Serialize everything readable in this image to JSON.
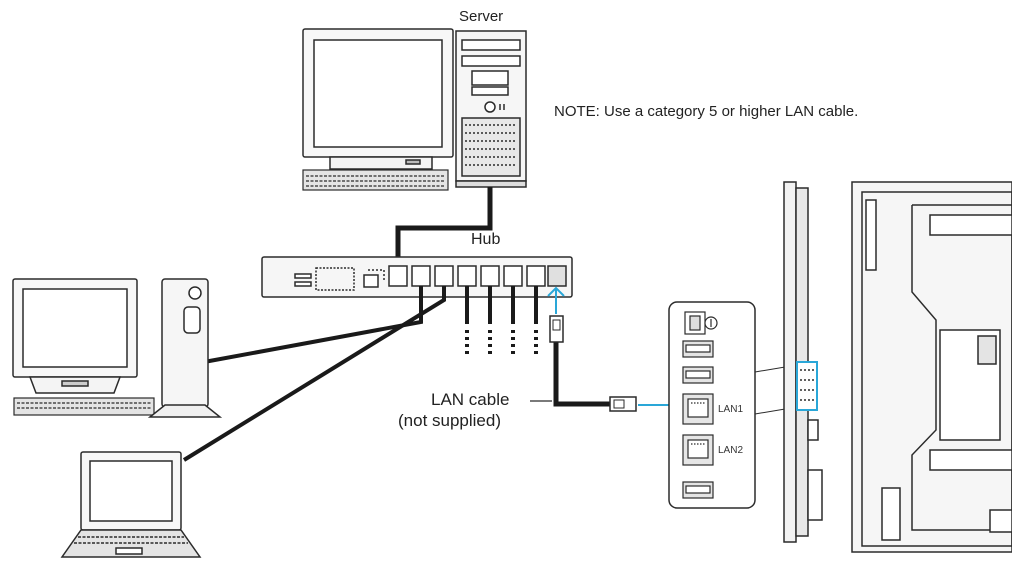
{
  "labels": {
    "server": "Server",
    "hub": "Hub",
    "note": "NOTE: Use a category 5 or higher LAN cable.",
    "lan_cable": "LAN cable",
    "not_supplied": "(not supplied)",
    "lan1": "LAN1",
    "lan2": "LAN2"
  },
  "colors": {
    "line": "#2b2b2b",
    "cable": "#1a1a1a",
    "highlight_arrow": "#2aa7d8",
    "device_fill": "#f4f4f4"
  }
}
